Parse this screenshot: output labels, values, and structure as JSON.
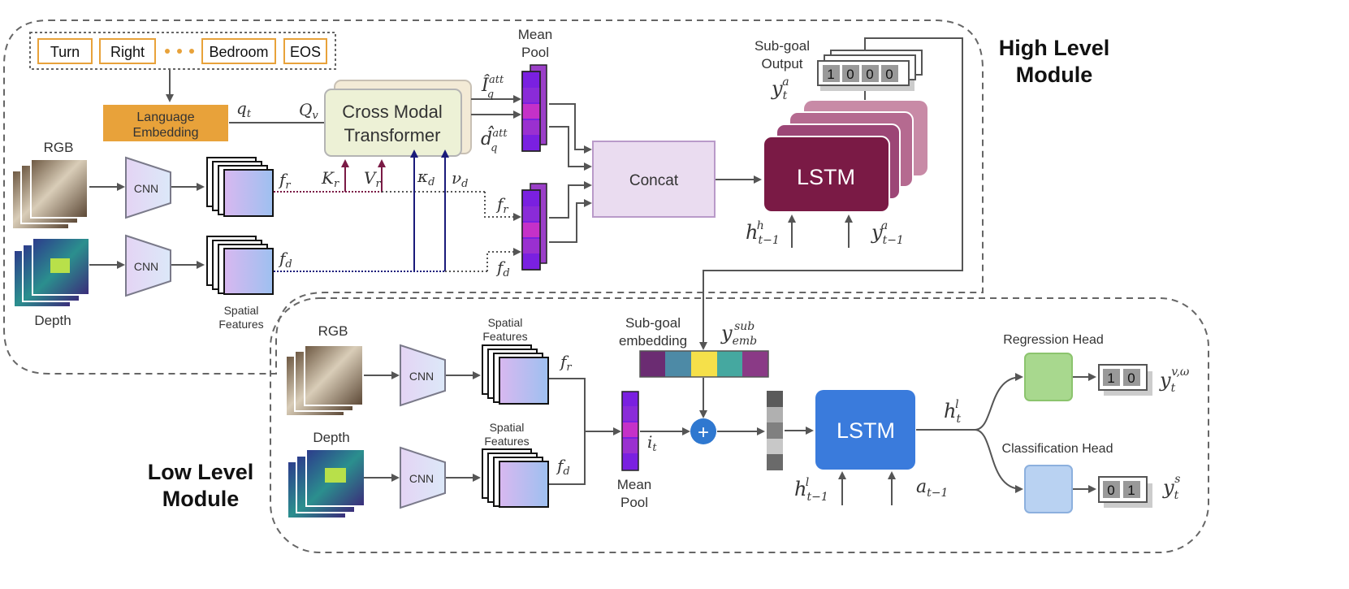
{
  "high_level": {
    "title_line1": "High Level",
    "title_line2": "Module",
    "tokens": [
      "Turn",
      "Right",
      "Bedroom",
      "EOS"
    ],
    "language_embedding": [
      "Language",
      "Embedding"
    ],
    "q_t": "q",
    "q_t_sub": "t",
    "q_v": "Q",
    "q_v_sub": "v",
    "rgb": "RGB",
    "depth": "Depth",
    "cnn_rgb": "CNN",
    "cnn_depth": "CNN",
    "spatial_features": [
      "Spatial",
      "Features"
    ],
    "f_r": "f",
    "f_r_sub": "r",
    "f_d": "f",
    "f_d_sub": "d",
    "cross_modal": [
      "Cross Modal",
      "Transformer"
    ],
    "k_r": "K",
    "k_r_sub": "r",
    "v_r": "V",
    "v_r_sub": "r",
    "k_d": "κ",
    "k_d_sub": "d",
    "v_d": "ν",
    "v_d_sub": "d",
    "i_att": "Î",
    "i_att_sub": "q",
    "i_att_sup": "att",
    "d_att": "d̂",
    "d_att_sub": "q",
    "d_att_sup": "att",
    "mean_pool": [
      "Mean",
      "Pool"
    ],
    "f_r2": "f",
    "f_r2_sub": "r",
    "f_d2": "f",
    "f_d2_sub": "d",
    "concat": "Concat",
    "lstm": "LSTM",
    "subgoal_output": [
      "Sub-goal",
      "Output"
    ],
    "subgoal_bits": [
      "1",
      "0",
      "0",
      "0"
    ],
    "y_a": "y",
    "y_a_sub": "t",
    "y_a_sup": "a",
    "h_prev": "h",
    "h_prev_sub": "t−1",
    "h_prev_sup": "h",
    "y_prev": "y",
    "y_prev_sub": "t−1",
    "y_prev_sup": "a"
  },
  "low_level": {
    "title_line1": "Low Level",
    "title_line2": "Module",
    "rgb": "RGB",
    "depth": "Depth",
    "cnn_rgb": "CNN",
    "cnn_depth": "CNN",
    "spatial_features_rgb": [
      "Spatial",
      "Features"
    ],
    "spatial_features_depth": [
      "Spatial",
      "Features"
    ],
    "f_r": "f",
    "f_r_sub": "r",
    "f_d": "f",
    "f_d_sub": "d",
    "mean_pool": [
      "Mean",
      "Pool"
    ],
    "i_t": "i",
    "i_t_sub": "t",
    "subgoal_embedding": [
      "Sub-goal",
      "embedding"
    ],
    "y_emb": "y",
    "y_emb_sub": "emb",
    "y_emb_sup": "sub",
    "plus": "+",
    "lstm": "LSTM",
    "h_l": "h",
    "h_l_sub": "t",
    "h_l_sup": "l",
    "h_l_prev": "h",
    "h_l_prev_sub": "t−1",
    "h_l_prev_sup": "l",
    "a_prev": "a",
    "a_prev_sub": "t−1",
    "regression_head": "Regression Head",
    "classification_head": "Classification Head",
    "reg_bits": [
      "1",
      "0"
    ],
    "cls_bits": [
      "0",
      "1"
    ],
    "y_vw": "y",
    "y_vw_sub": "t",
    "y_vw_sup": "v,ω",
    "y_s": "y",
    "y_s_sub": "t",
    "y_s_sup": "s"
  },
  "colors": {
    "language_embedding": "#e8a23a",
    "token_border": "#e8a23a",
    "lstm_high": "#7a1a45",
    "lstm_low": "#3a7bdc",
    "concat_fill": "#eadcf0",
    "concat_border": "#b99ac9",
    "cross_modal_fill": "#eef2cf",
    "regression_head": "#a8d88e",
    "classification_head": "#b9d2f2",
    "plus_fill": "#2f78d0",
    "rgb_keys_arrow": "#7a1a45",
    "depth_keys_arrow": "#1a1a7a"
  }
}
